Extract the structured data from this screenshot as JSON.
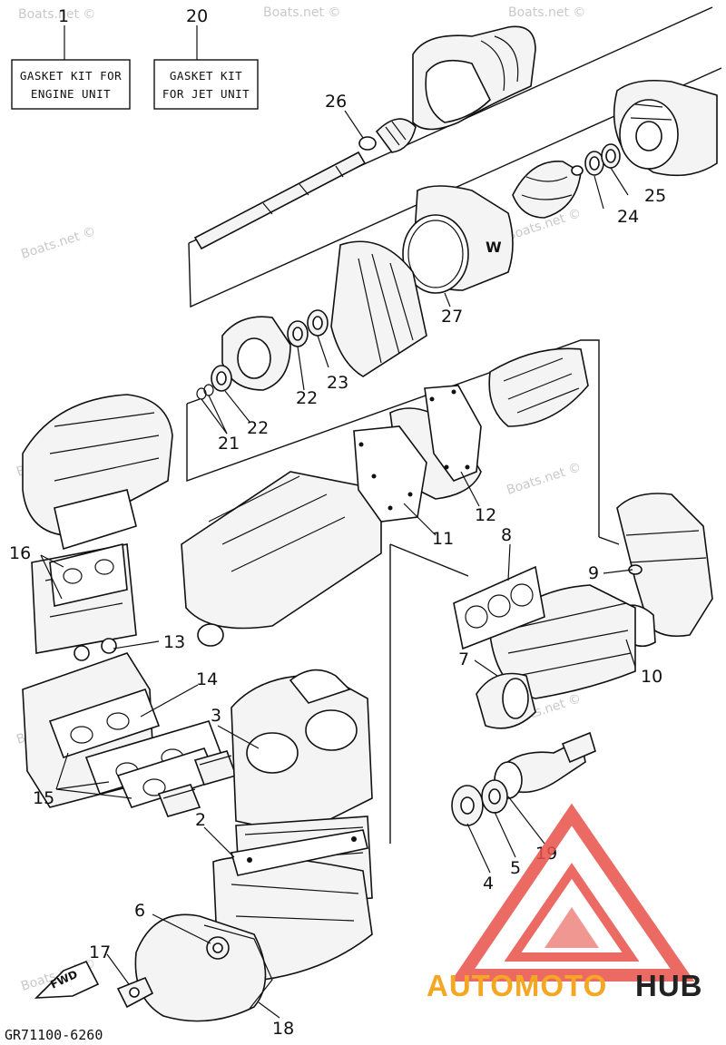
{
  "kit_labels": {
    "engine": {
      "number": "1",
      "line1": "GASKET KIT FOR",
      "line2": "ENGINE UNIT"
    },
    "jet": {
      "number": "20",
      "line1": "GASKET KIT",
      "line2": "FOR JET UNIT"
    }
  },
  "callouts": {
    "c2": "2",
    "c3": "3",
    "c4": "4",
    "c5": "5",
    "c6": "6",
    "c7": "7",
    "c8": "8",
    "c9": "9",
    "c10": "10",
    "c11": "11",
    "c12": "12",
    "c13": "13",
    "c14": "14",
    "c15": "15",
    "c16": "16",
    "c17": "17",
    "c18": "18",
    "c19": "19",
    "c21": "21",
    "c22a": "22",
    "c22b": "22",
    "c23": "23",
    "c24": "24",
    "c25": "25",
    "c26": "26",
    "c27": "27"
  },
  "watermark": "Boats.net ©",
  "fwd_label": "FWD",
  "diagram_code": "GR71100-6260",
  "brand": {
    "part1": "AUTOMOTO",
    "part2": "HUB",
    "color1": "#f5a623",
    "color2": "#222222",
    "logo_color": "#e8524a"
  }
}
